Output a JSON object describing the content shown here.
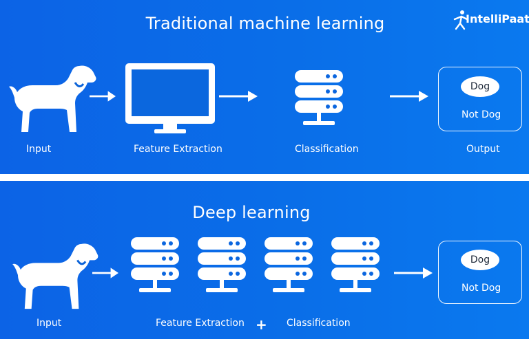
{
  "top": {
    "title": "Traditional machine learning",
    "logo_text": "IntelliPaat",
    "labels": {
      "input": "Input",
      "feature_extraction": "Feature Extraction",
      "classification": "Classification",
      "output": "Output"
    },
    "output": {
      "dog": "Dog",
      "not_dog": "Not Dog"
    }
  },
  "bottom": {
    "title": "Deep learning",
    "labels": {
      "input": "Input",
      "feature_extraction": "Feature Extraction",
      "plus": "+",
      "classification": "Classification"
    },
    "output": {
      "dog": "Dog",
      "not_dog": "Not Dog"
    }
  },
  "icons": [
    "dog-icon",
    "arrow-right-icon",
    "monitor-icon",
    "server-icon",
    "output-box",
    "logo-icon"
  ],
  "colors": {
    "panel_blue": "#0c63e6",
    "white": "#ffffff"
  }
}
